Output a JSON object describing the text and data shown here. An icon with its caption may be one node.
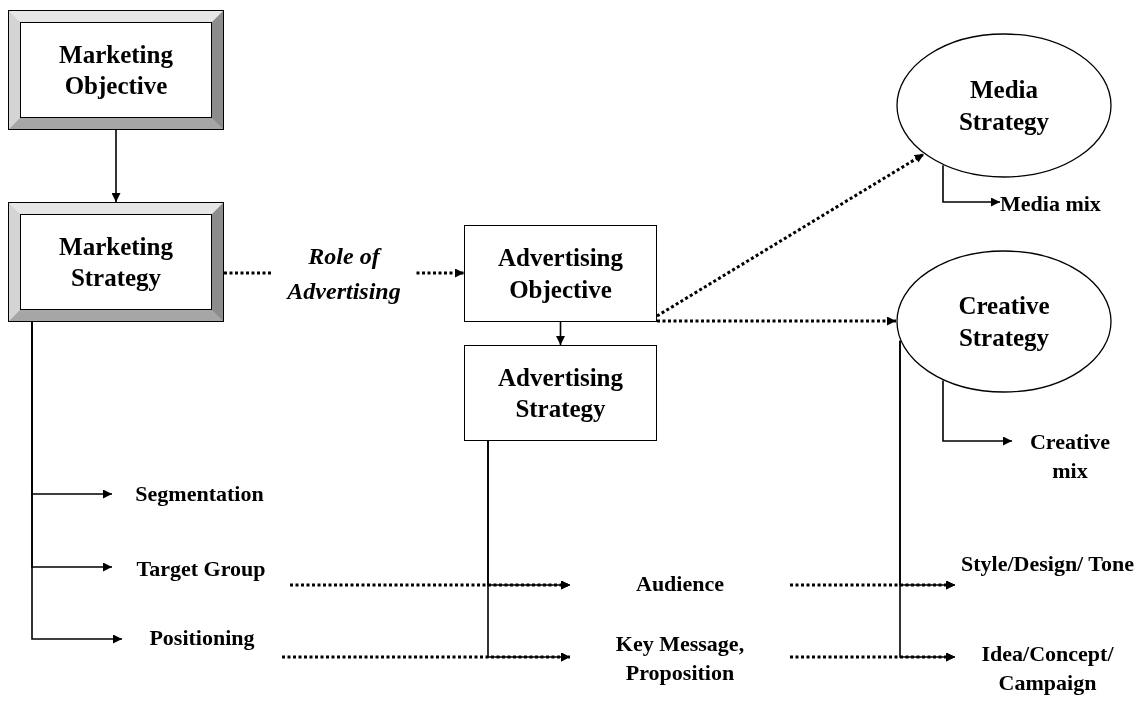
{
  "diagram": {
    "nodes": [
      {
        "text": [
          "Marketing Objective"
        ]
      },
      {
        "text": [
          "Marketing Strategy"
        ]
      },
      {
        "text": [
          "Advertising Objective"
        ]
      },
      {
        "text": [
          "Advertising Strategy"
        ]
      },
      {
        "text": [
          "Media Strategy"
        ]
      },
      {
        "text": [
          "Creative Strategy"
        ]
      },
      {
        "text": [
          "Media mix"
        ]
      },
      {
        "text": [
          "Creative mix"
        ]
      },
      {
        "text": [
          "Segmentation"
        ]
      },
      {
        "text": [
          "Target Group"
        ]
      },
      {
        "text": [
          "Positioning"
        ]
      },
      {
        "text": [
          "Audience"
        ]
      },
      {
        "text": [
          "Key Message, Proposition"
        ]
      },
      {
        "text": [
          "Style/Design/ Tone"
        ]
      },
      {
        "text": [
          "Idea/Concept/ Campaign"
        ]
      }
    ],
    "edges": [
      {
        "from": 0,
        "to": 1,
        "arrow": "to"
      },
      {
        "from": 1,
        "to": 2,
        "arrow": "to",
        "style": "dashed",
        "label": "Role of Advertising"
      },
      {
        "from": 2,
        "to": 3,
        "arrow": "to"
      },
      {
        "from": 2,
        "to": 4,
        "arrow": "to",
        "style": "dashed"
      },
      {
        "from": 2,
        "to": 5,
        "arrow": "to",
        "style": "dashed"
      },
      {
        "from": 4,
        "to": 6,
        "arrow": "to"
      },
      {
        "from": 5,
        "to": 7,
        "arrow": "to"
      },
      {
        "from": 1,
        "to": 8,
        "arrow": "to"
      },
      {
        "from": 1,
        "to": 9,
        "arrow": "to"
      },
      {
        "from": 1,
        "to": 10,
        "arrow": "to"
      },
      {
        "from": 9,
        "to": 11,
        "arrow": "to",
        "style": "dashed"
      },
      {
        "from": 10,
        "to": 12,
        "arrow": "to",
        "style": "dashed"
      },
      {
        "from": 3,
        "to": 11,
        "arrow": "to"
      },
      {
        "from": 3,
        "to": 12,
        "arrow": "to"
      },
      {
        "from": 11,
        "to": 13,
        "arrow": "to",
        "style": "dashed"
      },
      {
        "from": 12,
        "to": 14,
        "arrow": "to",
        "style": "dashed"
      },
      {
        "from": 5,
        "to": 13,
        "arrow": "to"
      },
      {
        "from": 5,
        "to": 14,
        "arrow": "to"
      }
    ]
  }
}
